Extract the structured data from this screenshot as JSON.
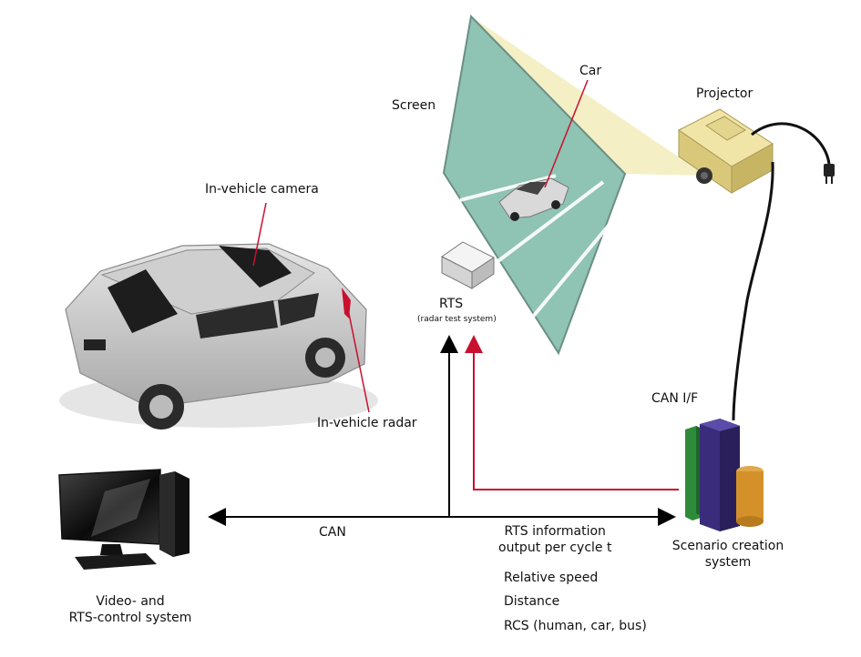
{
  "labels": {
    "screen": "Screen",
    "car": "Car",
    "projector": "Projector",
    "camera": "In-vehicle camera",
    "radar": "In-vehicle radar",
    "rts": "RTS",
    "rts_sub": "(radar test system)",
    "can_if": "CAN I/F",
    "can": "CAN",
    "rts_info_1": "RTS information",
    "rts_info_2": "output per cycle t",
    "rel_speed": "Relative speed",
    "distance": "Distance",
    "rcs": "RCS (human, car, bus)",
    "scenario_1": "Scenario creation",
    "scenario_2": "system",
    "video_1": "Video- and",
    "video_2": "RTS-control system"
  },
  "colors": {
    "screen_fill": "#8fc3b3",
    "projection_light": "#f3eec2",
    "leader_red": "#c8102e",
    "arrow_black": "#000000",
    "bar_green": "#2e8b3a",
    "bar_purple": "#3a2c7a",
    "bar_orange": "#d4912a"
  },
  "icons": {
    "car": "car-icon",
    "projector": "projector-icon",
    "rts_box": "rts-box-icon",
    "computer": "computer-monitor-icon",
    "scenario": "bar-blocks-icon",
    "plug": "power-plug-icon"
  }
}
